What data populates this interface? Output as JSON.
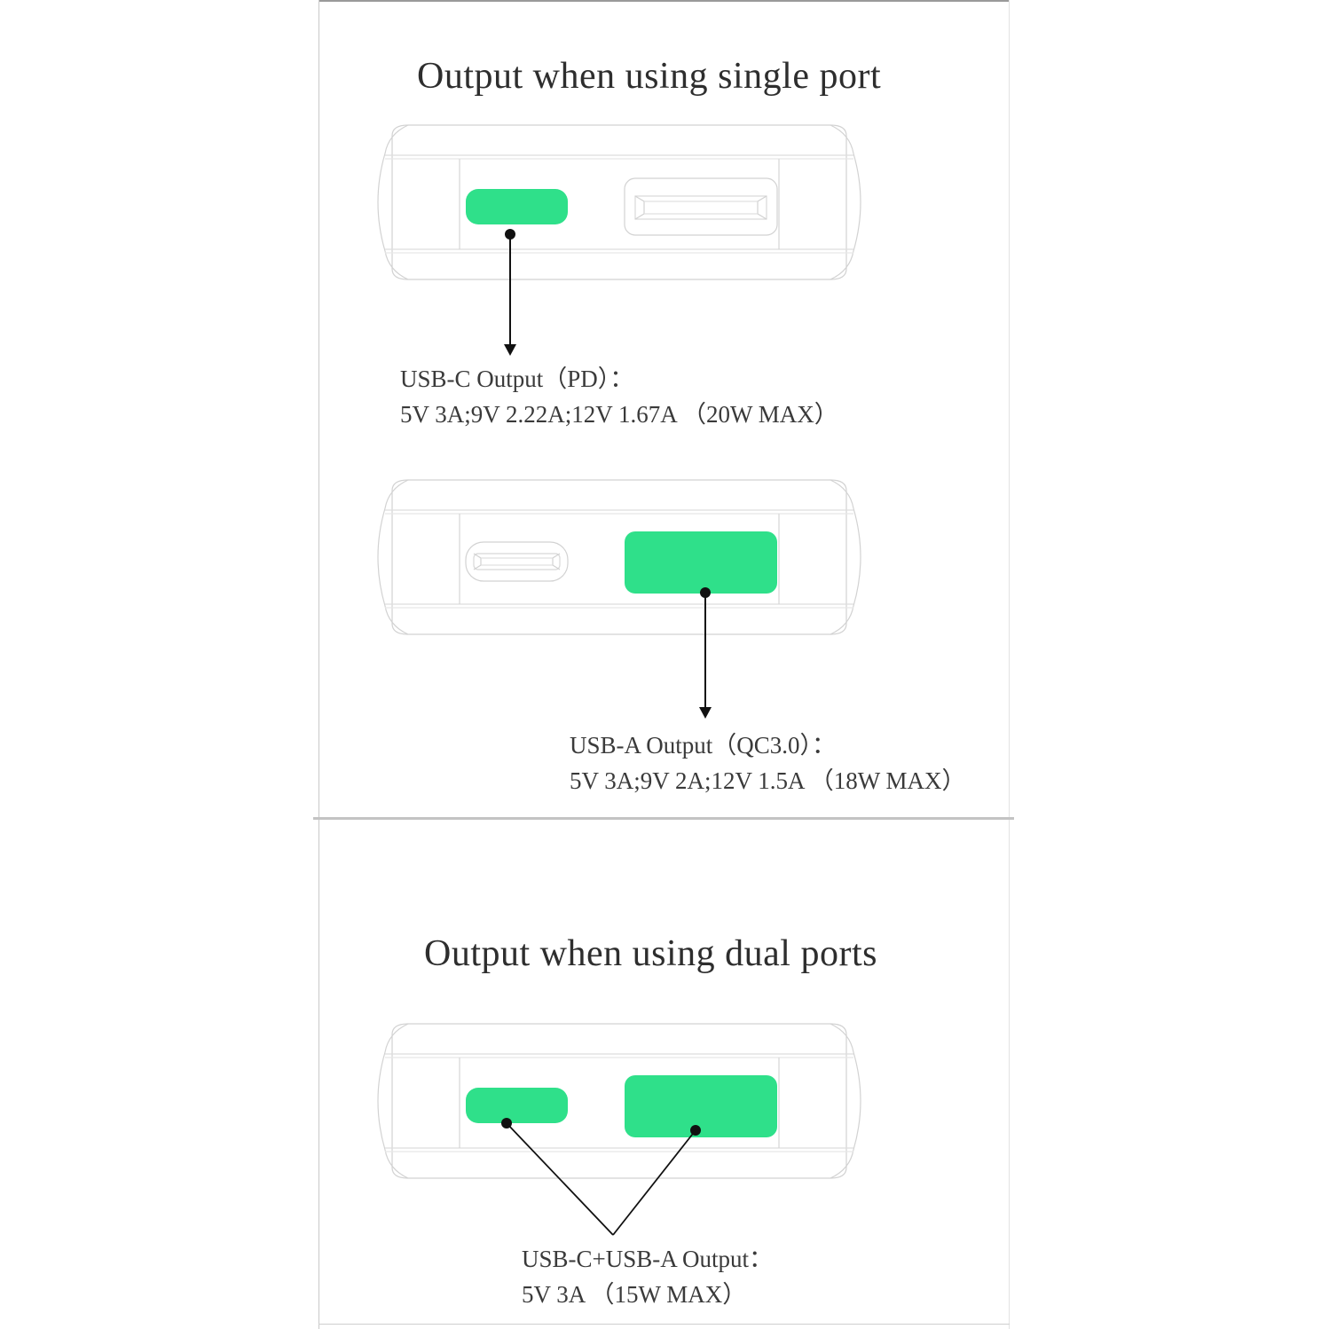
{
  "page": {
    "background": "#ffffff",
    "accent_green": "#2fe08a",
    "outline_color": "#cfcfcf",
    "text_color": "#3a3a3a"
  },
  "sections": [
    {
      "id": "single-port",
      "title": "Output when using single port",
      "devices": [
        {
          "id": "device-usb-c-highlight",
          "left_port": {
            "type": "usb-c",
            "highlighted": true
          },
          "right_port": {
            "type": "usb-a",
            "highlighted": false
          }
        },
        {
          "id": "device-usb-a-highlight",
          "left_port": {
            "type": "usb-c",
            "highlighted": false
          },
          "right_port": {
            "type": "usb-a",
            "highlighted": true
          }
        }
      ],
      "callouts": [
        {
          "id": "usb-c-callout",
          "line1": "USB-C Output（PD）：",
          "line2": "5V 3A;9V 2.22A;12V 1.67A （20W MAX）"
        },
        {
          "id": "usb-a-callout",
          "line1": "USB-A Output（QC3.0）：",
          "line2": "5V 3A;9V 2A;12V 1.5A （18W MAX）"
        }
      ]
    },
    {
      "id": "dual-ports",
      "title": "Output when using dual ports",
      "devices": [
        {
          "id": "device-dual-highlight",
          "left_port": {
            "type": "usb-c",
            "highlighted": true
          },
          "right_port": {
            "type": "usb-a",
            "highlighted": true
          }
        }
      ],
      "callouts": [
        {
          "id": "dual-callout",
          "line1": "USB-C+USB-A Output：",
          "line2": "5V 3A （15W MAX）"
        }
      ]
    }
  ]
}
